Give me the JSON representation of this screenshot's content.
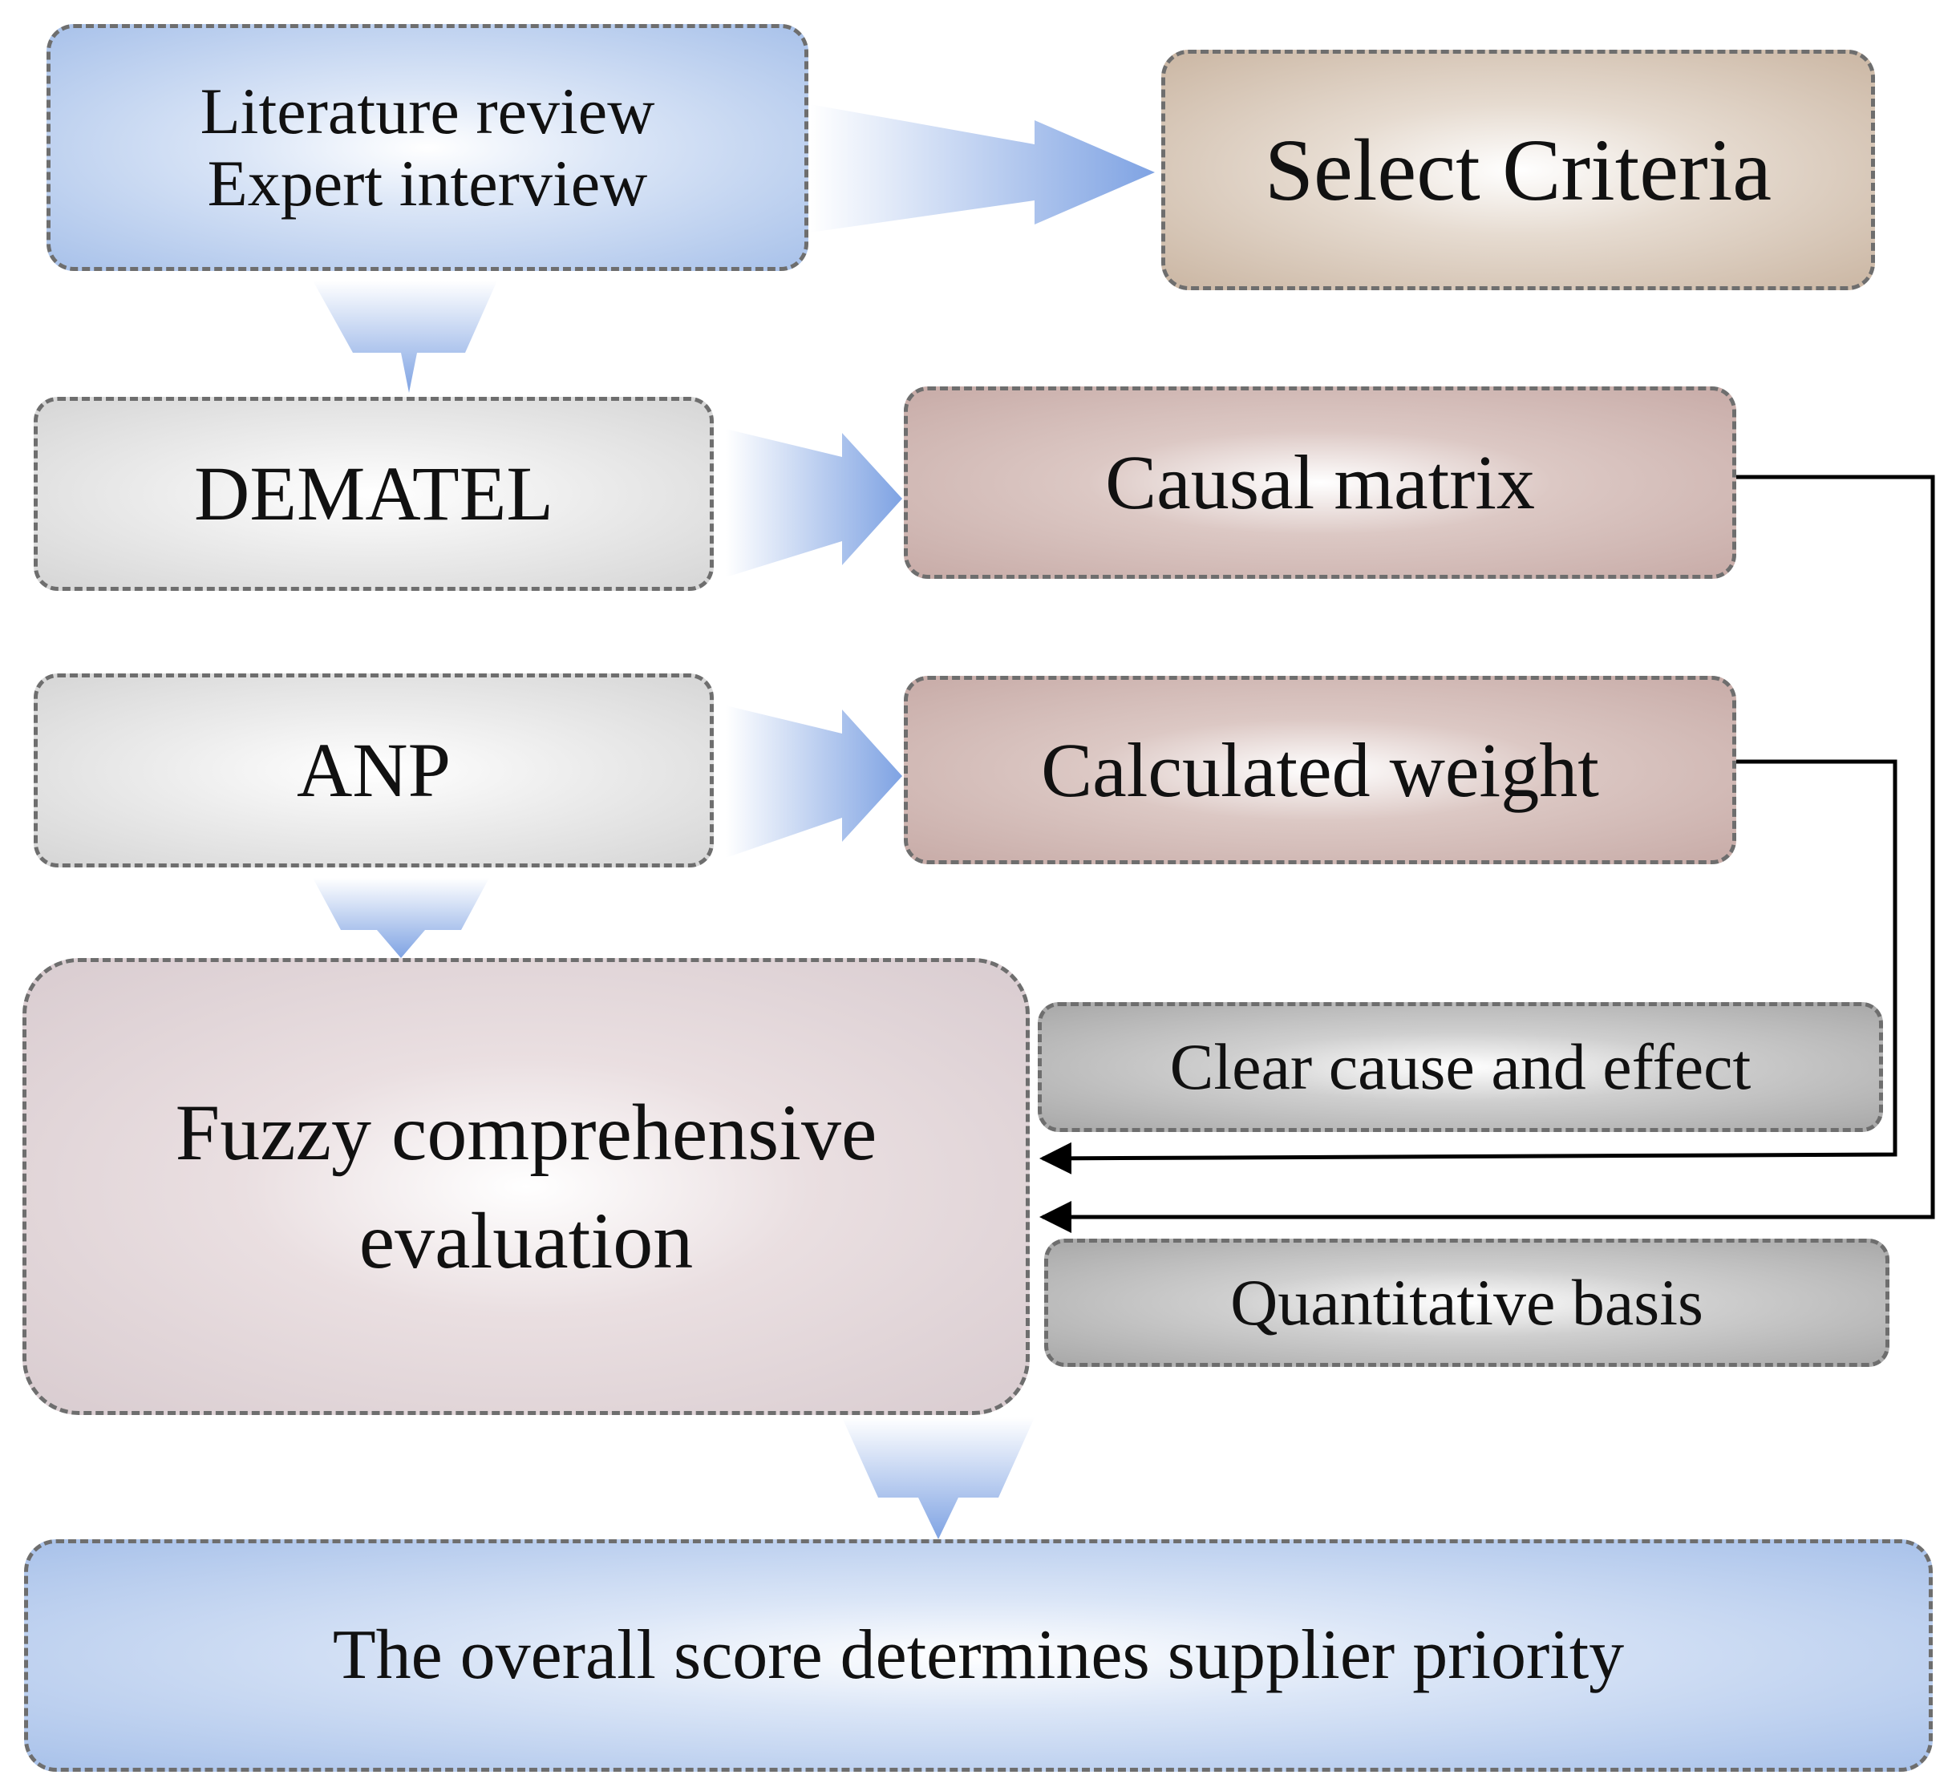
{
  "nodes": {
    "literature": {
      "line1": "Literature review",
      "line2": "Expert interview"
    },
    "select_criteria": {
      "label": "Select Criteria"
    },
    "dematel": {
      "label": "DEMATEL"
    },
    "causal_matrix": {
      "label": "Causal matrix"
    },
    "anp": {
      "label": "ANP"
    },
    "calculated_weight": {
      "label": "Calculated weight"
    },
    "fuzzy": {
      "line1": "Fuzzy comprehensive",
      "line2": "evaluation"
    },
    "clear_cause": {
      "label": "Clear cause and effect"
    },
    "quantitative": {
      "label": "Quantitative basis"
    },
    "overall": {
      "label": "The overall score determines supplier priority"
    }
  },
  "colors": {
    "border": "#6e6e6e",
    "arrow_fill": "#8fb0e6",
    "connector": "#000000"
  }
}
